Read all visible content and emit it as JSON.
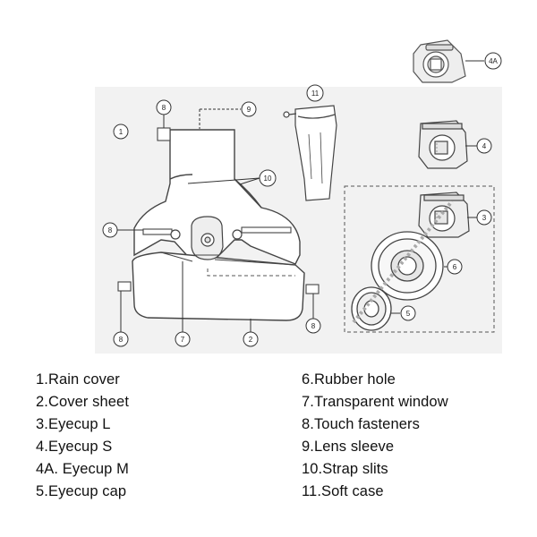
{
  "diagram": {
    "callouts": [
      "1",
      "2",
      "3",
      "4",
      "4A",
      "5",
      "6",
      "7",
      "8",
      "9",
      "10",
      "11"
    ]
  },
  "legend": {
    "left": [
      "1.Rain cover",
      "2.Cover sheet",
      "3.Eyecup L",
      "4.Eyecup S",
      "4A. Eyecup M",
      "5.Eyecup cap"
    ],
    "right": [
      "6.Rubber hole",
      "7.Transparent window",
      "8.Touch fasteners",
      "9.Lens sleeve",
      "10.Strap slits",
      "11.Soft case"
    ]
  },
  "colors": {
    "panel": "#f2f2f2",
    "line": "#555555",
    "text": "#111111"
  }
}
